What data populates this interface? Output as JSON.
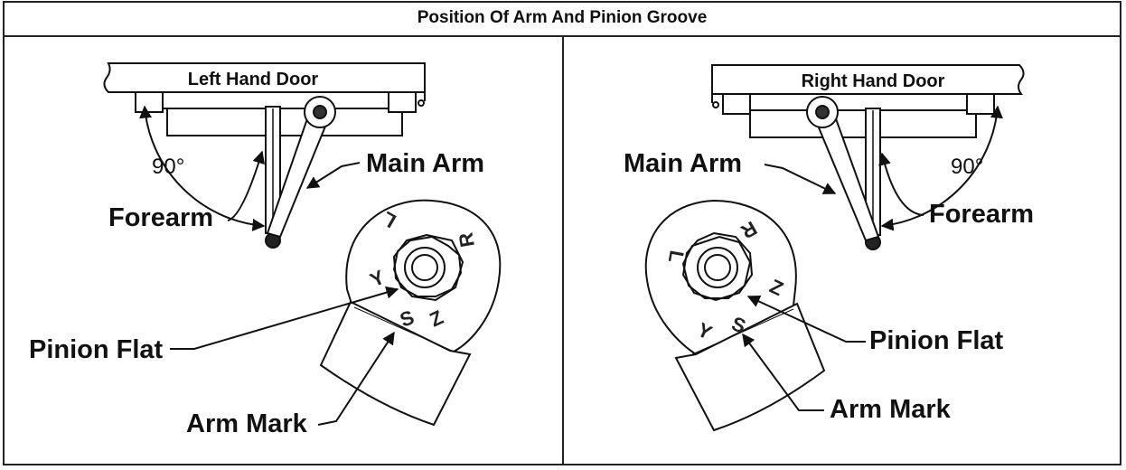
{
  "header": {
    "title": "Position Of Arm And Pinion Groove"
  },
  "left_panel": {
    "door_label": "Left Hand Door",
    "angle": "90°",
    "main_arm": "Main Arm",
    "forearm": "Forearm",
    "pinion_flat": "Pinion Flat",
    "arm_mark": "Arm Mark",
    "marks": {
      "l": "L",
      "r": "R",
      "y": "Y",
      "s": "S",
      "z": "Z"
    }
  },
  "right_panel": {
    "door_label": "Right Hand Door",
    "angle": "90°",
    "main_arm": "Main Arm",
    "forearm": "Forearm",
    "pinion_flat": "Pinion Flat",
    "arm_mark": "Arm Mark",
    "marks": {
      "l": "L",
      "r": "R",
      "y": "Y",
      "s": "S",
      "z": "Z"
    }
  }
}
